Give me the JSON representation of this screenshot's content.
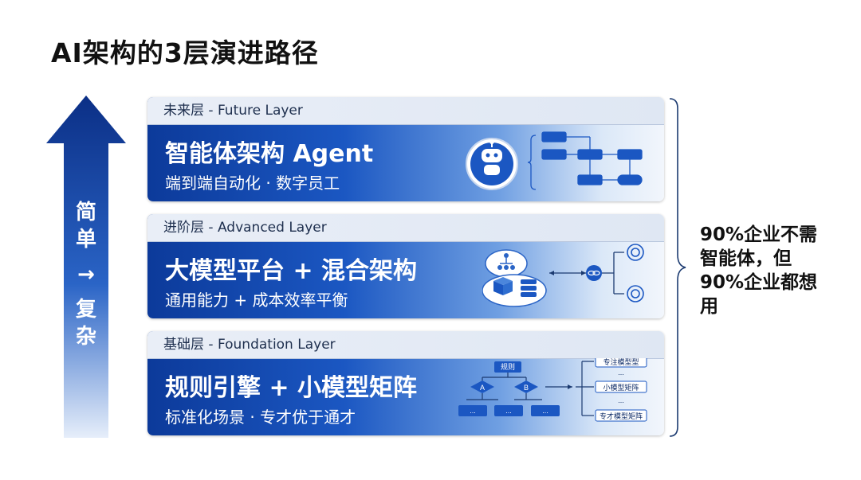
{
  "title": "AI架构的3层演进路径",
  "arrow_label": [
    "简",
    "单",
    "→",
    "复",
    "杂"
  ],
  "layers": [
    {
      "header": "未来层 - Future Layer",
      "main": "智能体架构 Agent",
      "sub": "端到端自动化 · 数字员工",
      "icon": "robot-icon"
    },
    {
      "header": "进阶层 - Advanced Layer",
      "main": "大模型平台 + 混合架构",
      "sub": "通用能力 + 成本效率平衡",
      "icon": "cloud-platform-icon"
    },
    {
      "header": "基础层 - Foundation Layer",
      "main": "规则引擎 + 小模型矩阵",
      "sub": "标准化场景 · 专才优于通才",
      "diagram": {
        "root": "规则",
        "branch_a": "A",
        "branch_b": "B",
        "leaf": "...",
        "outputs": [
          "专注模型型",
          "...",
          "小模型矩阵",
          "...",
          "专才模型矩阵"
        ]
      }
    }
  ],
  "side_note": "90%企业不需智能体，但90%企业都想用",
  "colors": {
    "primary": "#1b57c2",
    "dark": "#0c3a9a",
    "light": "#dbe8f8"
  }
}
